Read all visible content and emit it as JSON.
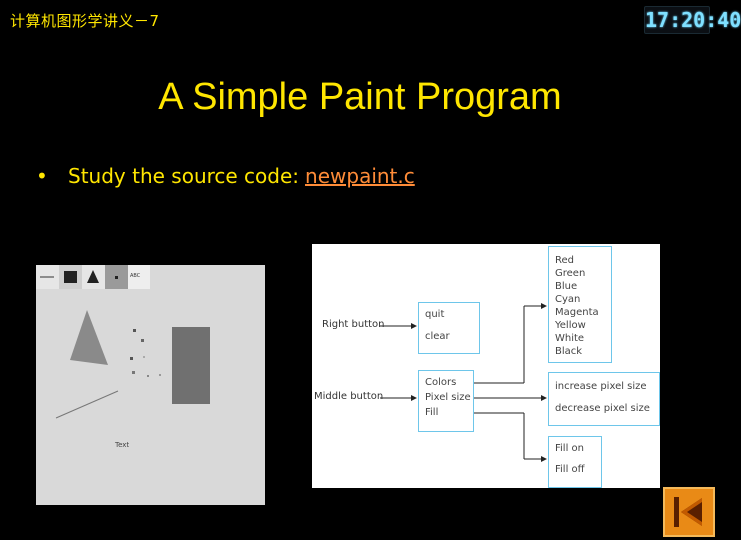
{
  "header": {
    "title": "计算机图形学讲义－7",
    "clock": "17:20:40"
  },
  "slide": {
    "title": "A Simple Paint Program",
    "bullet": {
      "marker": "•",
      "text": "Study the source code:",
      "link": "newpaint.c"
    }
  },
  "paint_window": {
    "toolbar": {
      "text_tool_label": "ABC"
    },
    "canvas_text": "Text"
  },
  "diagram": {
    "right_button_label": "Right button",
    "middle_button_label": "Middle button",
    "right_menu": [
      "quit",
      "clear"
    ],
    "middle_menu": [
      "Colors",
      "Pixel size",
      "Fill"
    ],
    "colors_menu": [
      "Red",
      "Green",
      "Blue",
      "Cyan",
      "Magenta",
      "Yellow",
      "White",
      "Black"
    ],
    "pixel_menu": [
      "increase pixel size",
      "decrease pixel size"
    ],
    "fill_menu": [
      "Fill on",
      "Fill off"
    ]
  },
  "colors": {
    "title": "#ffe600",
    "link": "#ff8c38",
    "box_border": "#6ec6ea",
    "nav": "#e98a16"
  },
  "icons": {
    "nav": "end-icon"
  }
}
